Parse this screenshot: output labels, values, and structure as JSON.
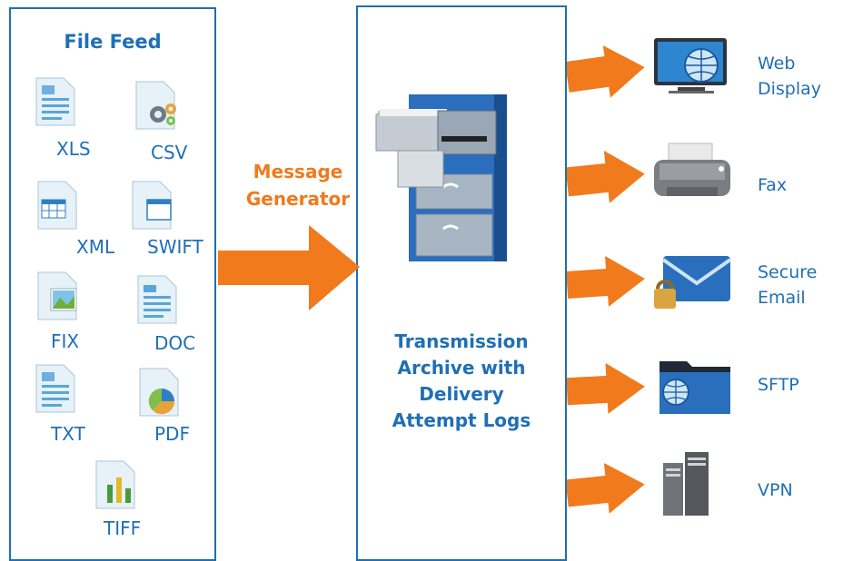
{
  "file_feed": {
    "title": "File Feed",
    "types": [
      "XLS",
      "CSV",
      "XML",
      "SWIFT",
      "FIX",
      "DOC",
      "TXT",
      "PDF",
      "TIFF"
    ]
  },
  "message_generator": {
    "line1": "Message",
    "line2": "Generator"
  },
  "archive": {
    "line1": "Transmission",
    "line2": "Archive with",
    "line3": "Delivery",
    "line4": "Attempt Logs"
  },
  "destinations": [
    {
      "line1": "Web",
      "line2": "Display",
      "icon": "web-display-icon"
    },
    {
      "line1": "Fax",
      "line2": "",
      "icon": "fax-icon"
    },
    {
      "line1": "Secure",
      "line2": "Email",
      "icon": "secure-email-icon"
    },
    {
      "line1": "SFTP",
      "line2": "",
      "icon": "sftp-folder-icon"
    },
    {
      "line1": "VPN",
      "line2": "",
      "icon": "vpn-server-icon"
    }
  ],
  "colors": {
    "blue": "#1f6fb5",
    "orange": "#f07a1c"
  }
}
